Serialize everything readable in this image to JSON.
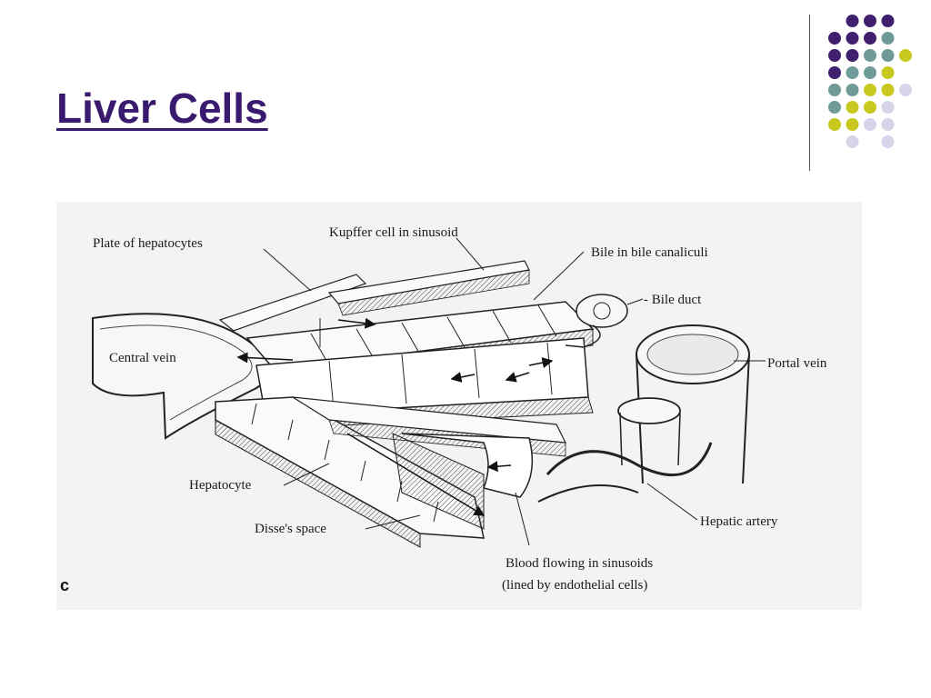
{
  "slide": {
    "title": "Liver Cells"
  },
  "theme": {
    "title_color": "#3a1a6e",
    "dot_colors": {
      "purple": "#3f1f6e",
      "teal": "#6e9a98",
      "olive": "#c8c81e",
      "lavender": "#d6d4e8"
    }
  },
  "figure": {
    "panel_letter": "c",
    "labels": {
      "plate_of_hepatocytes": "Plate of hepatocytes",
      "kupffer_cell": "Kupffer cell in sinusoid",
      "bile_canaliculi": "Bile in bile canaliculi",
      "bile_duct": "- Bile duct",
      "central_vein": "Central vein",
      "portal_vein": "Portal vein",
      "hepatocyte": "Hepatocyte",
      "disses_space": "Disse's space",
      "hepatic_artery": "Hepatic artery",
      "blood_flowing_1": "Blood flowing in sinusoids",
      "blood_flowing_2": "(lined by endothelial cells)"
    }
  }
}
